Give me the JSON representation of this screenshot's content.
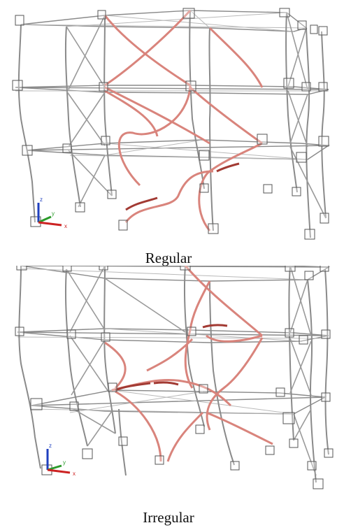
{
  "figure": {
    "panels": [
      {
        "caption": "Regular",
        "axis_labels": {
          "z": "z",
          "y": "y",
          "x": "x"
        }
      },
      {
        "caption": "Irregular",
        "axis_labels": {
          "z": "z",
          "y": "y",
          "x": "x"
        }
      }
    ]
  },
  "colors": {
    "frame": "#8a8a8a",
    "frame_light": "#b9b9b9",
    "node_box": "#555555",
    "brace_red": "#d9847c",
    "brace_dark": "#a23a33",
    "axis_z": "#1f3fbf",
    "axis_y": "#2a9a2a",
    "axis_x": "#cc2222"
  }
}
